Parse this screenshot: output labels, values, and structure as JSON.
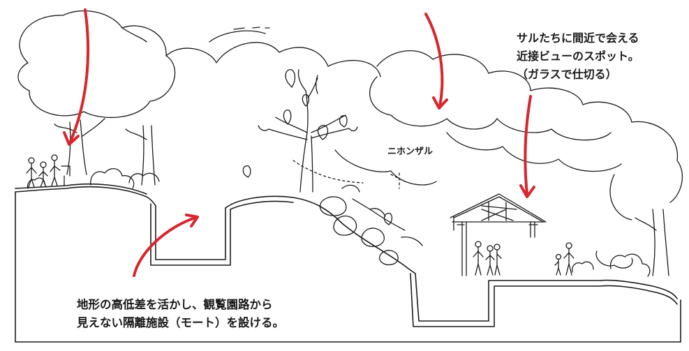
{
  "labels": {
    "species": "ニホンザル",
    "close_view": [
      "サルたちに間近で会える",
      "近接ビューのスポット。",
      "（ガラスで仕切る）"
    ],
    "moat": [
      "地形の高低差を活かし、観覧園路から",
      "見えない隔離施設（モート）を設ける。"
    ]
  },
  "colors": {
    "sketch_line": "#1a1a1a",
    "arrow": "#d7262e",
    "background": "#ffffff"
  }
}
